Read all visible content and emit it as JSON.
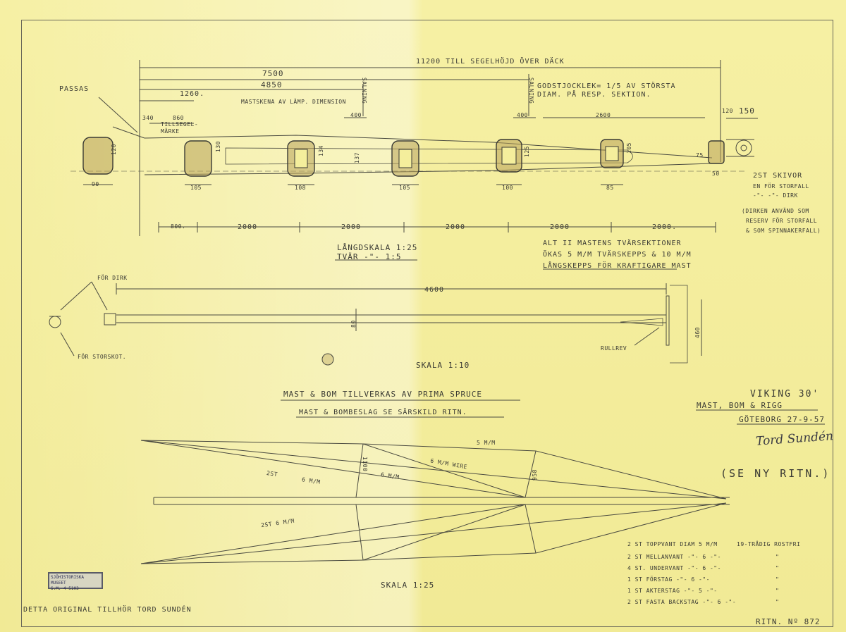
{
  "drawing": {
    "dim_total": "11200 TILL SEGELHÖJD ÖVER DÄCK",
    "dim_7500": "7500",
    "dim_4850": "4850",
    "dim_1260": "1260.",
    "dim_340": "340",
    "dim_860": "860",
    "dim_400a": "400",
    "dim_400b": "400",
    "dim_2600": "2600",
    "dim_120_top": "120",
    "dim_150": "150",
    "passas": "PASSAS",
    "tillsegel": "TILLSEGEL-\nMÄRKE",
    "mastskena": "MASTSKENA AV LÄMP. DIMENSION",
    "godstjocklek_1": "GODSTJOCKLEK= 1/5 AV STÖRSTA",
    "godstjocklek_2": "DIAM. PÅ RESP. SEKTION.",
    "salning_a": "SALNING",
    "salning_b": "SALNING",
    "sec_120": "120",
    "sec_90": "90",
    "sec_105a": "105",
    "sec_130": "130",
    "sec_134": "134",
    "sec_137": "137",
    "sec_108": "108",
    "sec_105b": "105",
    "sec_125": "125",
    "sec_100": "100",
    "sec_105c": "105",
    "sec_85": "85",
    "sec_75": "75",
    "sec_50": "50",
    "sec_120b": "120",
    "skivor_1": "2ST SKIVOR",
    "skivor_2": "EN FÖR STORFALL",
    "skivor_3": "-\"- -\"- DIRK",
    "dirken_1": "(DIRKEN ANVÄND SOM",
    "dirken_2": "RESERV FÖR STORFALL",
    "dirken_3": "& SOM SPINNAKERFALL)",
    "seg_800": "800.",
    "seg_2000a": "2000",
    "seg_2000b": "2000",
    "seg_2000c": "2000",
    "seg_2000d": "2000",
    "seg_2000e": "2000.",
    "langdskala": "LÅNGDSKALA 1:25",
    "tvar": "TVÄR -\"- 1:5",
    "alt2_1": "ALT II MASTENS TVÄRSEKTIONER",
    "alt2_2": "ÖKAS 5 M/M TVÄRSKEPPS & 10 M/M",
    "alt2_3": "LÅNGSKEPPS FÖR KRAFTIGARE MAST",
    "for_dirk": "FÖR DIRK",
    "for_storskot": "FÖR STORSKOT.",
    "dim_4600": "4600",
    "dim_460": "460",
    "dim_80": "80",
    "rullrev": "RULLREV",
    "skala_110": "SKALA 1:10",
    "title_1": "MAST & BOM TILLVERKAS AV PRIMA SPRUCE",
    "title_2": "MAST & BOMBESLAG SE SÄRSKILD RITN.",
    "viking": "VIKING 30'",
    "mast_bom_rigg": "MAST, BOM & RIGG",
    "goteborg": "GÖTEBORG 27-9-57",
    "signature": "Tord Sundén",
    "se_ny": "(SE NY RITN.)",
    "rigg_5mm": "5 M/M",
    "rigg_6mm": "6 M/M",
    "rigg_6mm_wire": "6 M/M WIRE",
    "rigg_2st": "2ST",
    "rigg_6mm_b": "6 M/M",
    "rigg_2st_6mm": "2ST 6 M/M",
    "rigg_1100": "1100",
    "rigg_958": "958",
    "skala_125": "SKALA 1:25",
    "table": [
      {
        "item": "2 ST TOPPVANT DIAM 5 M/M",
        "mat": "19-TRÅDIG ROSTFRI"
      },
      {
        "item": "2 ST MELLANVANT -\"- 6 -\"-",
        "mat": "\""
      },
      {
        "item": "4 ST. UNDERVANT -\"- 6 -\"-",
        "mat": "\""
      },
      {
        "item": "1 ST FÖRSTAG -\"- 6 -\"-",
        "mat": "\""
      },
      {
        "item": "1 ST AKTERSTAG -\"- 5 -\"-",
        "mat": "\""
      },
      {
        "item": "2 ST FASTA BACKSTAG -\"- 6 -\"-",
        "mat": "\""
      }
    ],
    "stamp_1": "SJÖHISTORISKA MUSEET",
    "stamp_2": "S.M. 4 5103",
    "footer_left": "DETTA ORIGINAL TILLHÖR TORD SUNDÉN",
    "ritn_no": "RITN. Nº 872"
  }
}
